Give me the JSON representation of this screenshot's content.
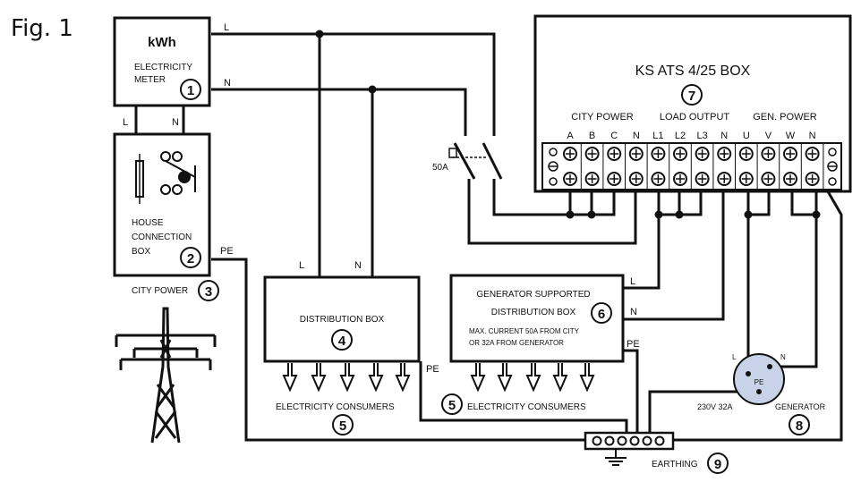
{
  "figure_label": "Fig. 1",
  "meter": {
    "unit": "kWh",
    "title_line1": "ELECTRICITY",
    "title_line2": "METER",
    "number": "1",
    "out_l": "L",
    "out_n": "N",
    "in_l": "L",
    "in_n": "N"
  },
  "house_box": {
    "line1": "HOUSE",
    "line2": "CONNECTION",
    "line3": "BOX",
    "number": "2",
    "pe": "PE"
  },
  "city": {
    "label": "CITY POWER",
    "number": "3"
  },
  "dist_box": {
    "title": "DISTRIBUTION BOX",
    "number": "4",
    "l": "L",
    "n": "N",
    "pe": "PE"
  },
  "consumers_1": {
    "label": "ELECTRICITY CONSUMERS",
    "number": "5"
  },
  "consumers_2": {
    "label": "ELECTRICITY CONSUMERS",
    "number": "5"
  },
  "gen_dist_box": {
    "line1": "GENERATOR SUPPORTED",
    "line2": "DISTRIBUTION BOX",
    "number": "6",
    "note1": "MAX. CURRENT 50A FROM CITY",
    "note2": "OR 32A FROM GENERATOR",
    "l": "L",
    "n": "N",
    "pe": "PE"
  },
  "ats_box": {
    "title": "KS ATS 4/25 BOX",
    "number": "7",
    "group_city": "CITY POWER",
    "group_load": "LOAD OUTPUT",
    "group_gen": "GEN. POWER",
    "terminals": [
      "A",
      "B",
      "C",
      "N",
      "L1",
      "L2",
      "L3",
      "N",
      "U",
      "V",
      "W",
      "N"
    ]
  },
  "breaker": {
    "rating": "50A"
  },
  "generator": {
    "label": "GENERATOR",
    "number": "8",
    "rating": "230V 32A",
    "pe": "PE",
    "l": "L",
    "n": "N"
  },
  "earthing": {
    "label": "EARTHING",
    "number": "9"
  }
}
